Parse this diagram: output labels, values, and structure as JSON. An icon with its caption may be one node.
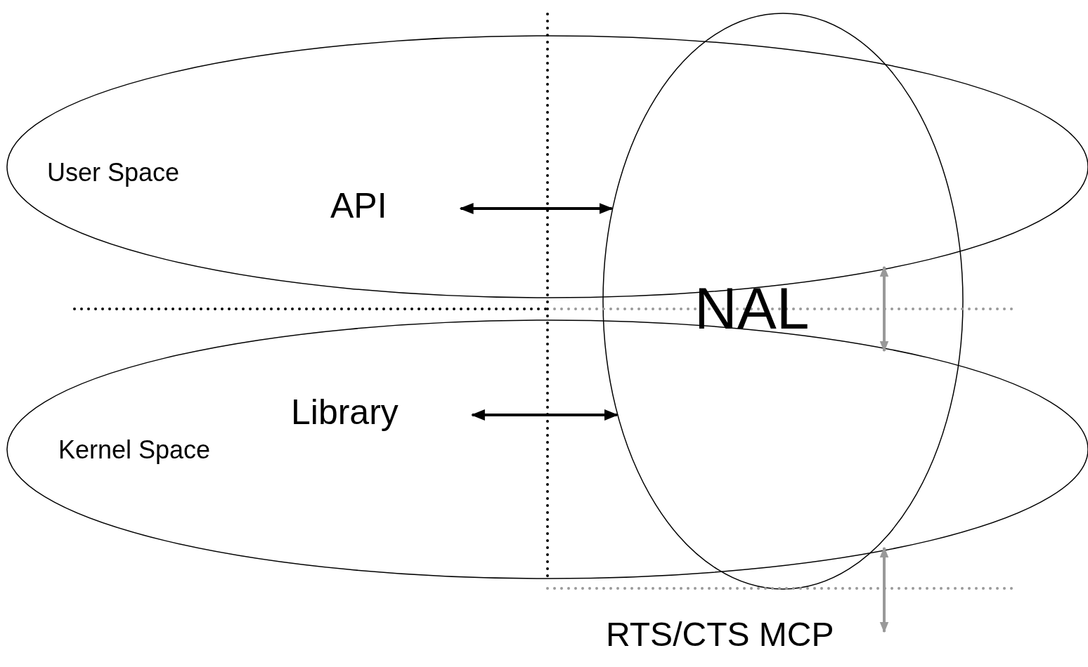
{
  "diagram": {
    "nodes": [
      {
        "text": [
          "User Space"
        ]
      },
      {
        "text": [
          "API"
        ],
        "in": 0
      },
      {
        "text": [
          "NAL"
        ]
      },
      {
        "text": [
          "Kernel Space"
        ]
      },
      {
        "text": [
          "Library"
        ],
        "in": 3
      }
    ],
    "edges": [
      {
        "from": 1,
        "to": 2,
        "arrow": "both"
      },
      {
        "from": 4,
        "to": 2,
        "arrow": "both"
      }
    ],
    "labels": [
      "RTS/CTS MCP"
    ]
  }
}
